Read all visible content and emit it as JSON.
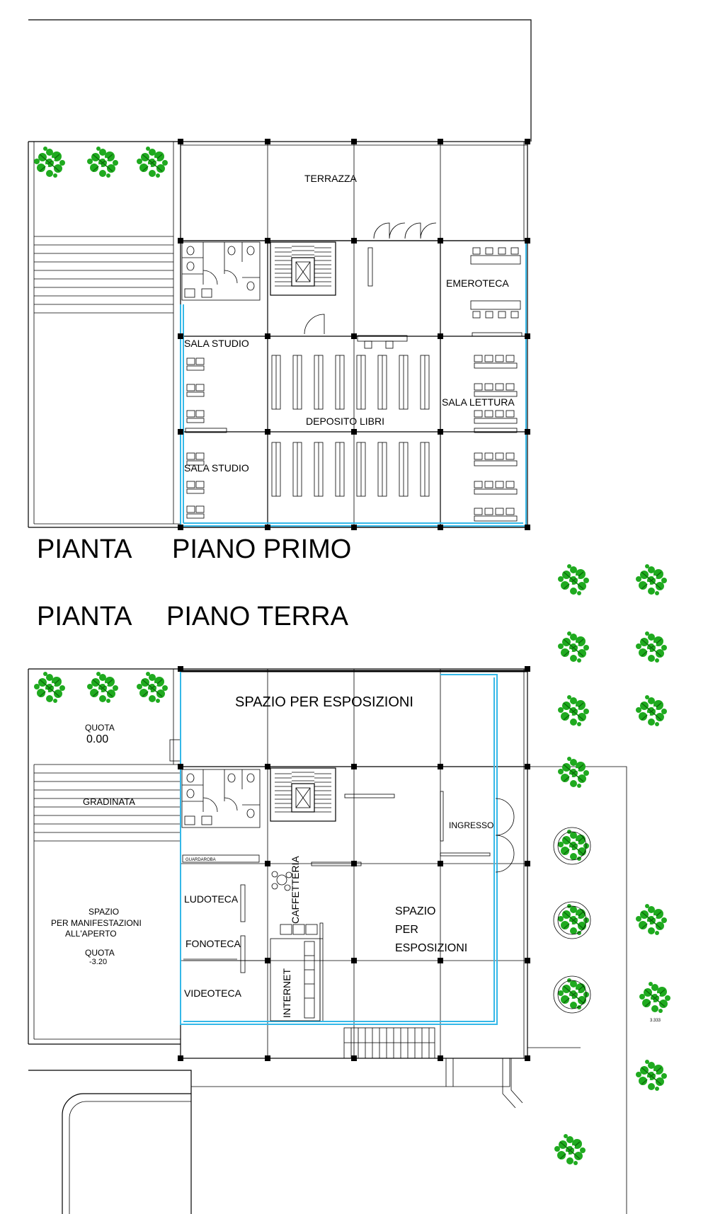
{
  "titles": {
    "first_floor": {
      "word1": "PIANTA",
      "word2": "PIANO PRIMO"
    },
    "ground_floor": {
      "word1": "PIANTA",
      "word2": "PIANO TERRA"
    }
  },
  "first_floor": {
    "rooms": {
      "terrazza": "TERRAZZA",
      "emeroteca": "EMEROTECA",
      "sala_studio_1": "SALA STUDIO",
      "sala_studio_2": "SALA STUDIO",
      "deposito_libri": "DEPOSITO LIBRI",
      "sala_lettura": "SALA LETTURA"
    }
  },
  "ground_floor": {
    "rooms": {
      "spazio_esposizioni_top": "SPAZIO PER ESPOSIZIONI",
      "quota_label": "QUOTA",
      "quota_value": "0.00",
      "gradinata": "GRADINATA",
      "ingresso": "INGRESSO",
      "guardaroba": "GUARDAROBA",
      "caffetteria": "CAFFETTERIA",
      "ludoteca": "LUDOTECA",
      "fonoteca": "FONOTECA",
      "videoteca": "VIDEOTECA",
      "internet": "INTERNET",
      "spazio_esposizioni_right_line1": "SPAZIO",
      "spazio_esposizioni_right_line2": "PER",
      "spazio_esposizioni_right_line3": "ESPOSIZIONI",
      "outdoor_line1": "SPAZIO",
      "outdoor_line2": "PER MANIFESTAZIONI",
      "outdoor_line3": "ALL'APERTO",
      "outdoor_quota_label": "QUOTA",
      "outdoor_quota_value": "-3.20",
      "tree_mark": "3.333"
    }
  },
  "colors": {
    "glazing": "#35b8e8",
    "trees": "#1faa1f",
    "lines": "#000000"
  }
}
